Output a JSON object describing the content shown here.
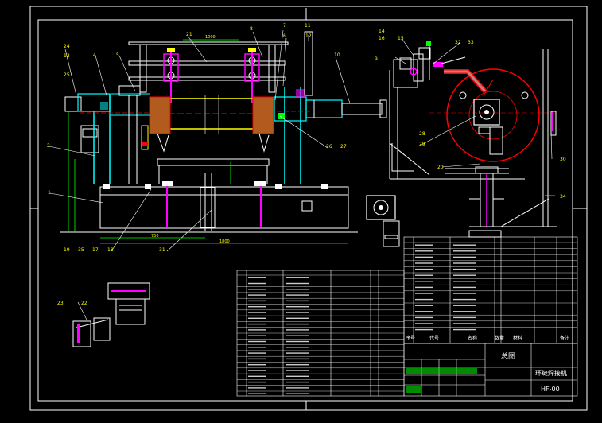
{
  "colors": {
    "background": "#000000",
    "frame": "#ffffff",
    "yellow": "#ffff00",
    "cyan": "#00ffff",
    "red": "#ff0000",
    "magenta": "#ff00ff",
    "green": "#00ff00",
    "orange": "#ffa500",
    "gray": "#bfbfbf"
  },
  "balloons": {
    "b1": "1",
    "b2": "2",
    "b4": "4",
    "b5": "5",
    "b6": "6",
    "b7": "7",
    "b8": "8",
    "b9": "9",
    "b10": "10",
    "b11": "11",
    "b12": "12",
    "b13": "13",
    "b14": "14",
    "b15": "15",
    "b16": "16",
    "b17": "17",
    "b18": "18",
    "b19": "19",
    "b20": "20",
    "b21": "21",
    "b22": "22",
    "b23": "23",
    "b24": "24",
    "b25": "25",
    "b26": "26",
    "b27": "27",
    "b28": "28",
    "b29": "29",
    "b30": "30",
    "b31": "31",
    "b32": "32",
    "b33": "33",
    "b34": "34",
    "b35": "35"
  },
  "title_block": {
    "drawing_title": "总图",
    "machine_name": "环缝焊接机",
    "drawing_number": "HF-00",
    "col_seq": "序号",
    "col_code": "代号",
    "col_name": "名称",
    "col_qty": "数量",
    "col_material": "材料",
    "col_remark": "备注"
  }
}
